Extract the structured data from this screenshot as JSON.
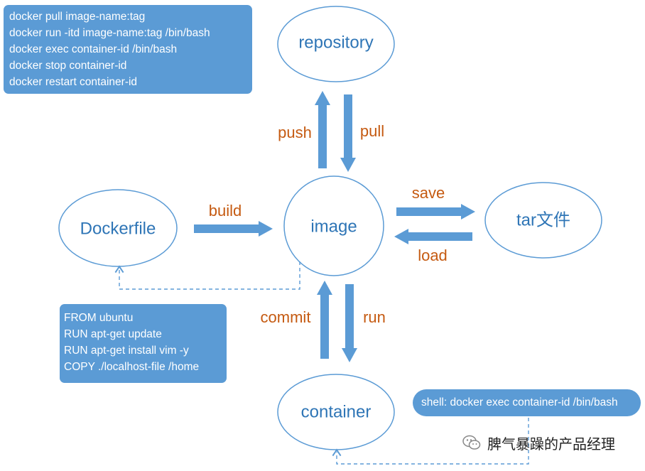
{
  "nodes": {
    "repository": "repository",
    "image": "image",
    "dockerfile": "Dockerfile",
    "tar": "tar文件",
    "container": "container"
  },
  "edges": {
    "push": "push",
    "pull": "pull",
    "build": "build",
    "save": "save",
    "load": "load",
    "commit": "commit",
    "run": "run"
  },
  "notes": {
    "commands": [
      "docker pull image-name:tag",
      "docker run -itd image-name:tag /bin/bash",
      "docker exec container-id /bin/bash",
      "docker stop container-id",
      "docker restart container-id"
    ],
    "dockerfile": [
      "FROM ubuntu",
      "RUN apt-get update",
      "RUN apt-get install vim -y",
      "COPY ./localhost-file /home"
    ],
    "shell": "shell: docker exec container-id /bin/bash"
  },
  "watermark": "脾气暴躁的产品经理",
  "icons": {
    "watermark": "wechat-icon"
  },
  "colors": {
    "node_stroke": "#5b9bd5",
    "node_text": "#2e75b6",
    "edge_label": "#c55a11",
    "arrow_fill": "#5b9bd5",
    "note_bg": "#5b9bd5"
  }
}
